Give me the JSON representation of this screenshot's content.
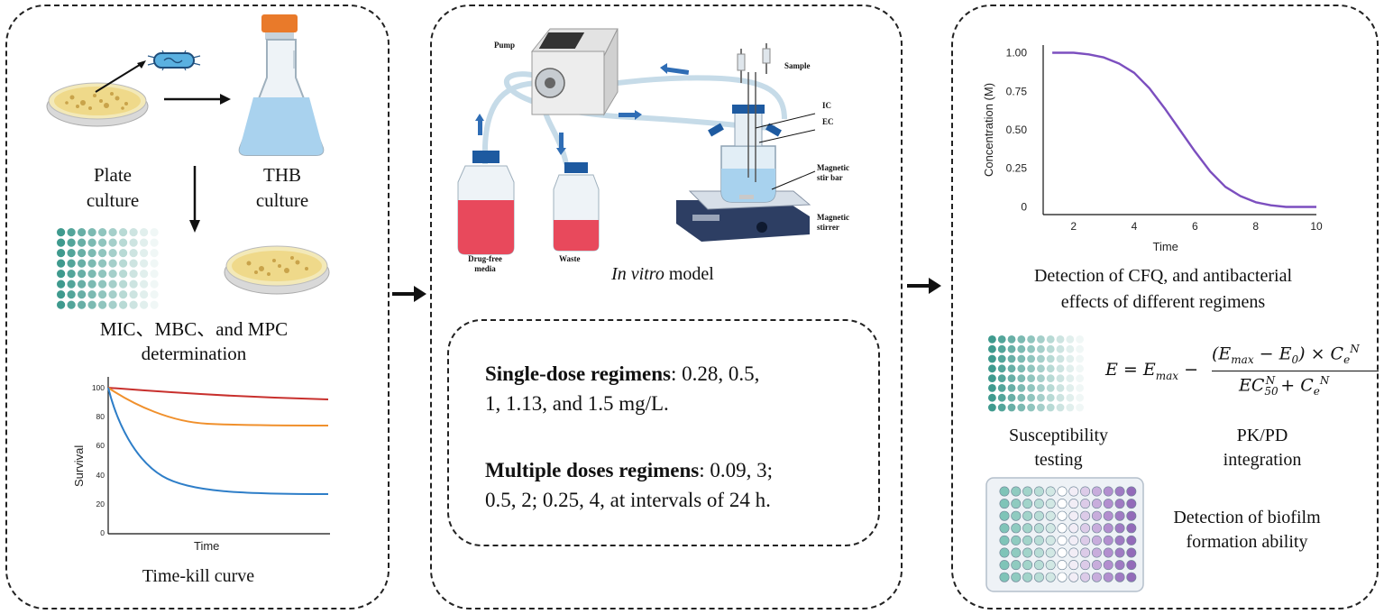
{
  "left": {
    "plate_label_1": "Plate",
    "plate_label_2": "culture",
    "thb_label_1": "THB",
    "thb_label_2": "culture",
    "mic_label_1": "MIC、MBC、and MPC",
    "mic_label_2": "determination",
    "timekill_title": "Time-kill curve",
    "timekill_chart": {
      "ylabel": "Survival",
      "xlabel": "Time",
      "yticks": [
        "0",
        "20",
        "40",
        "60",
        "80",
        "100"
      ],
      "series_colors": [
        "#c8302d",
        "#f0902c",
        "#2e7ec8"
      ],
      "series_final": [
        91,
        74,
        29
      ]
    }
  },
  "middle": {
    "pump_label": "Pump",
    "sample_label": "Sample",
    "ic_label": "IC",
    "ec_label": "EC",
    "stirbar_label_1": "Magnetic",
    "stirbar_label_2": "stir bar",
    "stirrer_label_1": "Magnetic",
    "stirrer_label_2": "stirrer",
    "drugfree_label_1": "Drug-free",
    "drugfree_label_2": "media",
    "waste_label": "Waste",
    "model_label_italic": "In vitro",
    "model_label_rest": " model",
    "single_bold": "Single-dose regimens",
    "single_rest_1": ": 0.28, 0.5,",
    "single_rest_2": "1, 1.13, and 1.5 mg/L.",
    "multi_bold": "Multiple doses regimens",
    "multi_rest_1": ": 0.09, 3;",
    "multi_rest_2": "0.5, 2; 0.25, 4, at intervals of 24 h."
  },
  "right": {
    "chart_caption_1": "Detection of CFQ, and antibacterial",
    "chart_caption_2": "effects of different regimens",
    "susceptibility_1": "Susceptibility",
    "susceptibility_2": "testing",
    "pkpd_1": "PK/PD",
    "pkpd_2": "integration",
    "biofilm_1": "Detection of biofilm",
    "biofilm_2": "formation ability"
  },
  "chart_data": {
    "type": "line",
    "xlabel": "Time",
    "ylabel": "Concentration (M)",
    "xlim": [
      1,
      10
    ],
    "ylim": [
      -0.05,
      1.05
    ],
    "xticks": [
      2,
      4,
      6,
      8,
      10
    ],
    "yticks": [
      "0",
      "0.25",
      "0.50",
      "0.75",
      "1.00"
    ],
    "yticks_values": [
      0,
      0.25,
      0.5,
      0.75,
      1.0
    ],
    "series": [
      {
        "color": "#7c4fbf",
        "x": [
          1.3,
          2.0,
          2.5,
          3.0,
          3.5,
          4.0,
          4.5,
          5.0,
          5.5,
          6.0,
          6.5,
          7.0,
          7.5,
          8.0,
          8.5,
          9.0,
          9.5,
          10.0
        ],
        "y": [
          1.0,
          1.0,
          0.99,
          0.97,
          0.93,
          0.87,
          0.77,
          0.64,
          0.5,
          0.36,
          0.23,
          0.13,
          0.07,
          0.03,
          0.01,
          0.0,
          0.0,
          0.0
        ]
      }
    ]
  }
}
